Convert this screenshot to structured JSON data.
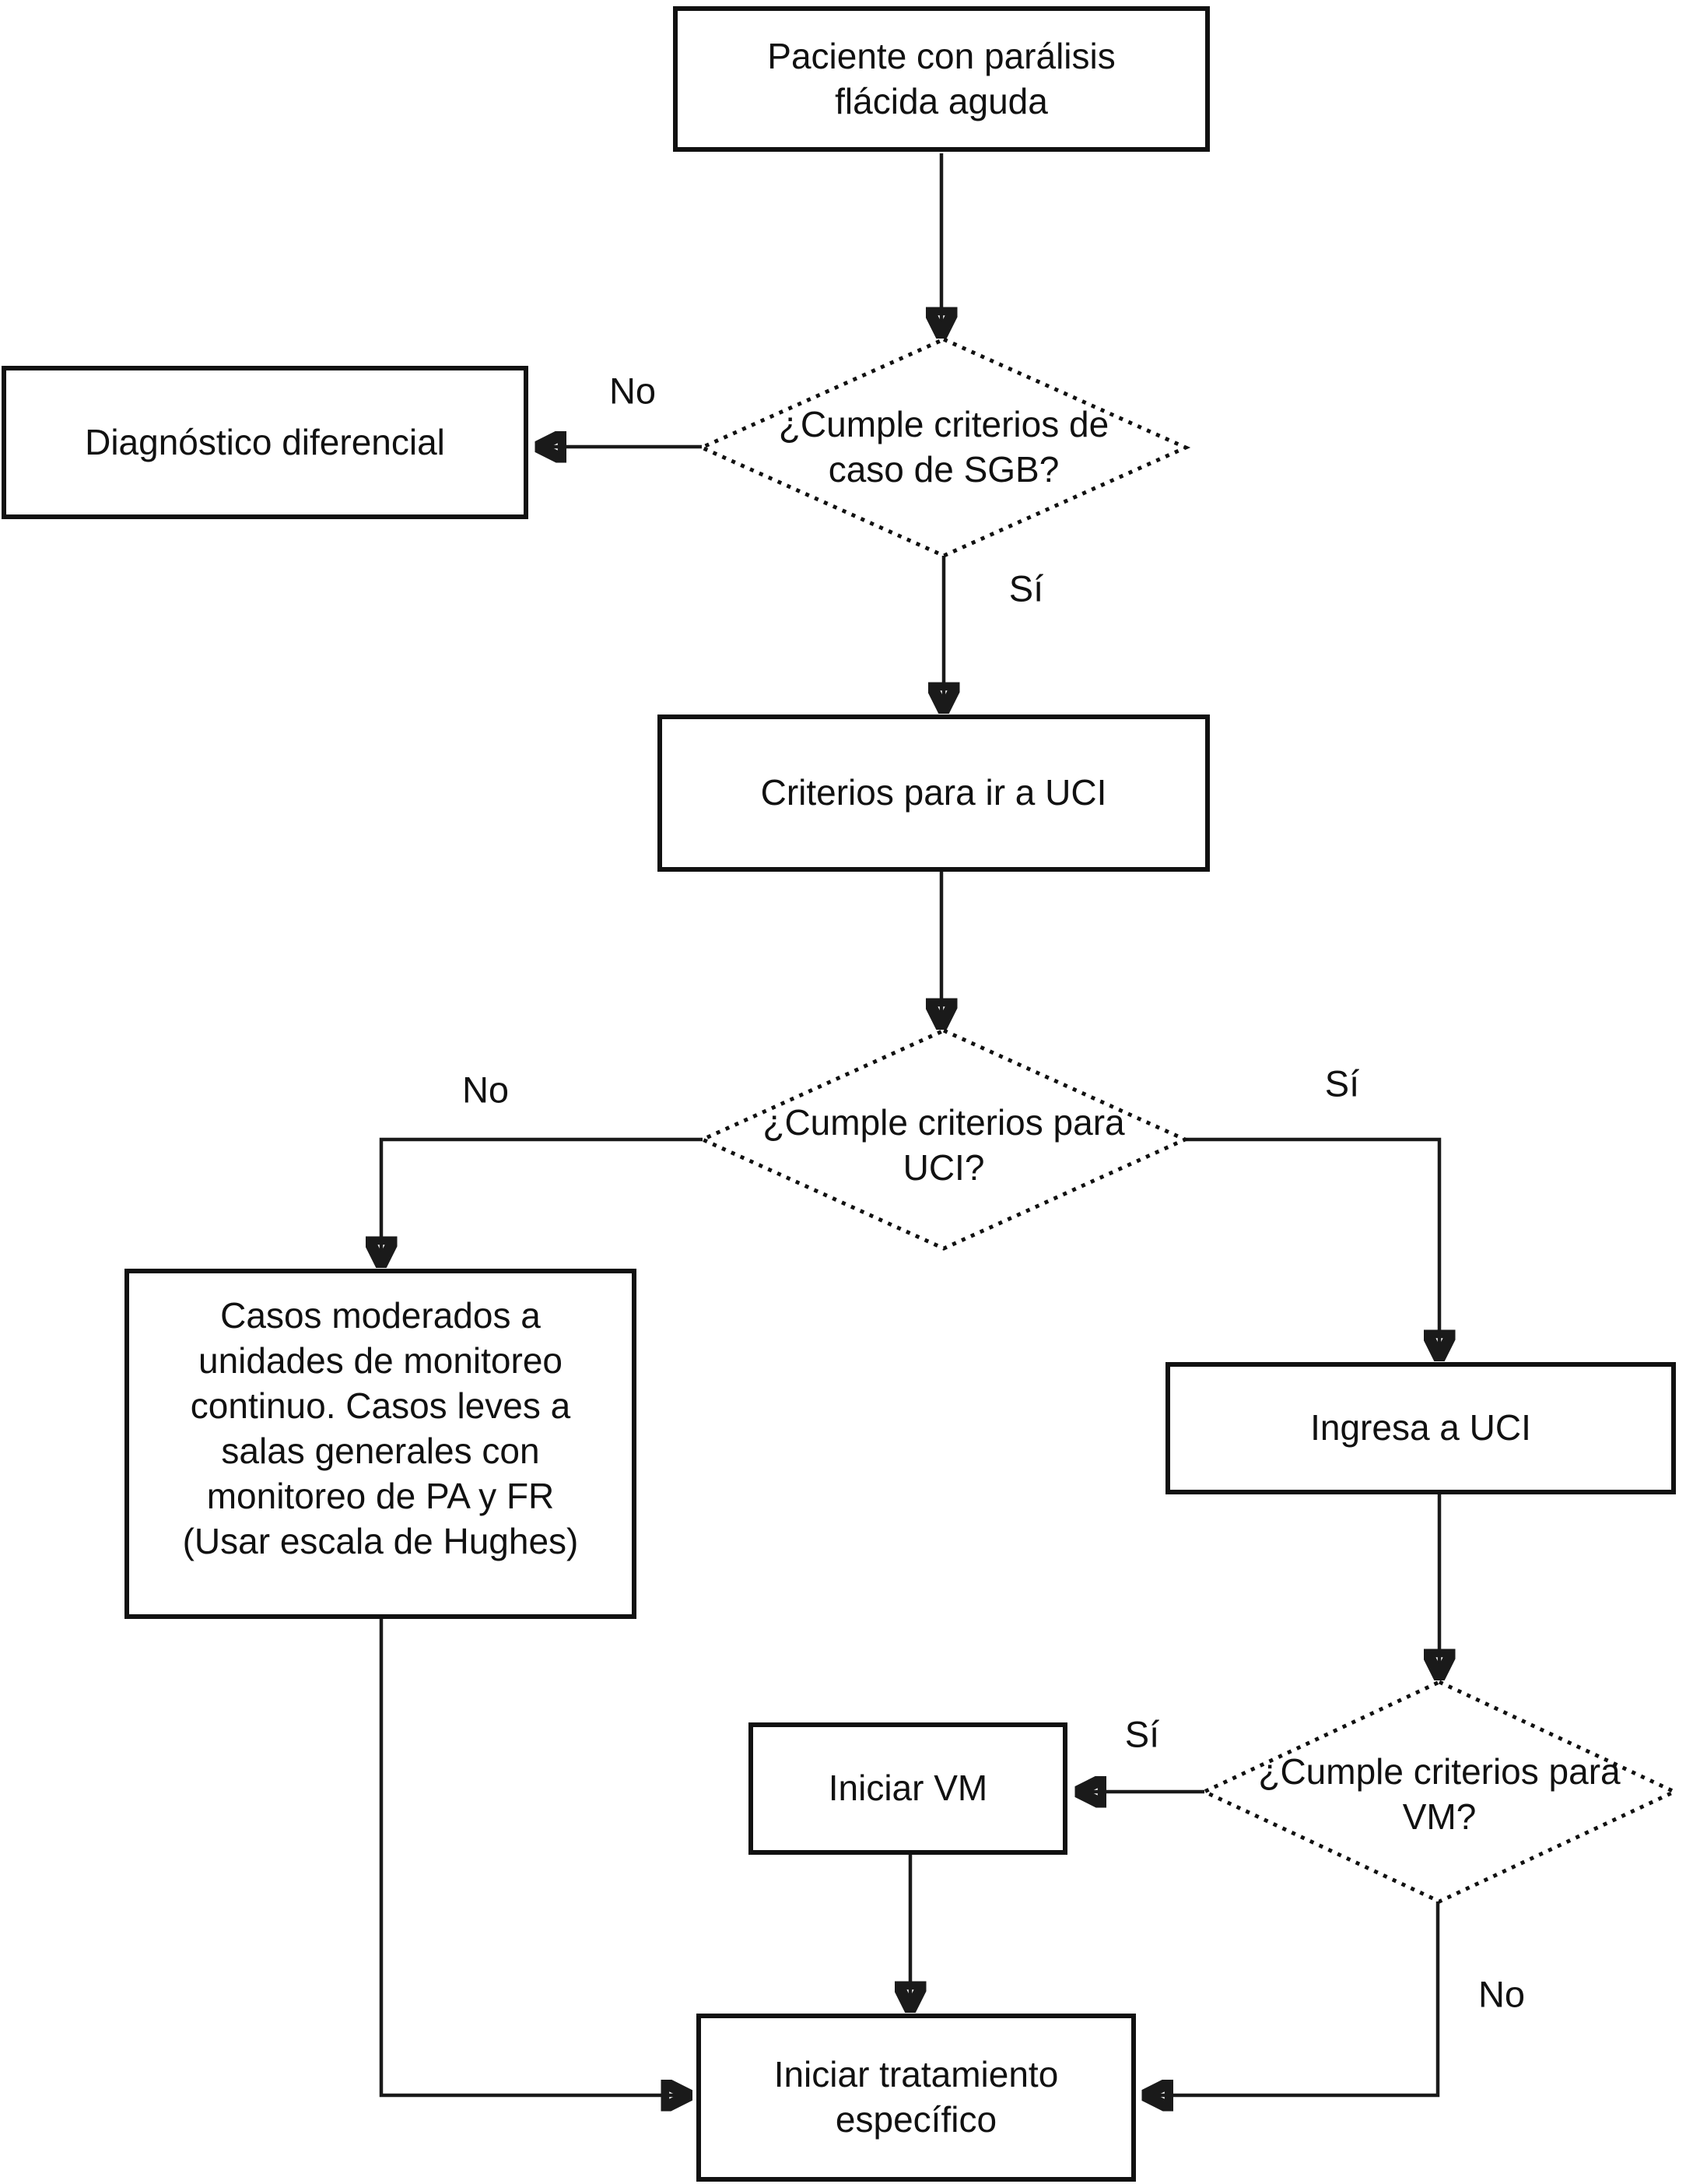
{
  "diagram": {
    "language": "es",
    "nodes": {
      "start": "Paciente con parálisis\nflácida aguda",
      "differential": "Diagnóstico diferencial",
      "decision_sgb": "¿Cumple criterios de\ncaso de SGB?",
      "uci_criteria": "Criterios para ir a UCI",
      "decision_uci": "¿Cumple criterios para\nUCI?",
      "moderate_cases": "Casos moderados a\nunidades de monitoreo\ncontinuo. Casos leves a\nsalas generales con\nmonitoreo de PA y FR\n(Usar escala de Hughes)",
      "admit_uci": "Ingresa a UCI",
      "decision_vm": "¿Cumple criterios para\nVM?",
      "start_vm": "Iniciar VM",
      "treatment": "Iniciar tratamiento\nespecífico"
    },
    "edge_labels": {
      "no_sgb": "No",
      "yes_sgb": "Sí",
      "no_uci": "No",
      "yes_uci": "Sí",
      "yes_vm": "Sí",
      "no_vm": "No"
    },
    "colors": {
      "line": "#1a1a1a",
      "node_border": "#111111",
      "background": "#ffffff",
      "text": "#111111"
    }
  }
}
